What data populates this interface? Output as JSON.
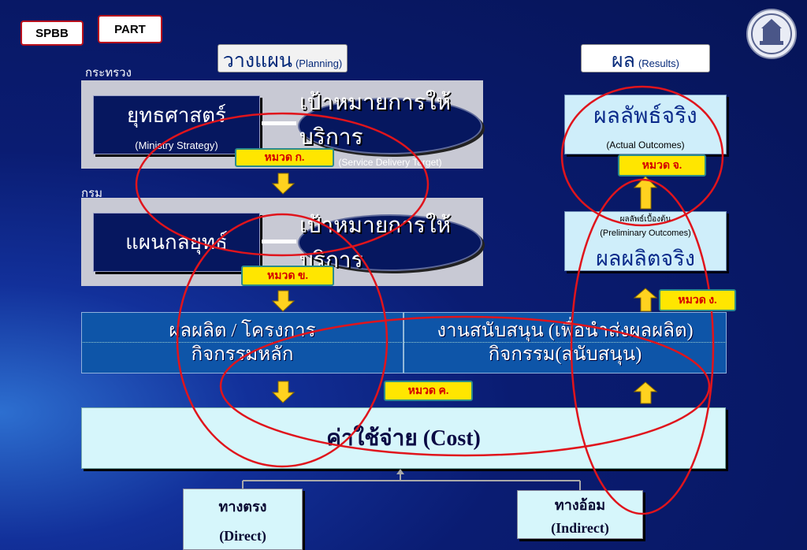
{
  "top_tags": {
    "spbb": "SPBB",
    "part": "PART"
  },
  "planning": {
    "th": "วางแผน",
    "en": "(Planning)"
  },
  "results": {
    "th": "ผล",
    "en": "(Results)"
  },
  "ministry_label": "กระทรวง",
  "department_label": "กรม",
  "ministry_strategy": {
    "th": "ยุทธศาสตร์",
    "en": "(Ministry Strategy)"
  },
  "service_target": {
    "th": "เป้าหมายการให้บริการ",
    "en": "(Service Delivery Target)"
  },
  "strategic_plan": {
    "th": "แผนกลยุทธ์"
  },
  "dept_service_target": {
    "th": "เป้าหมายการให้บริการ"
  },
  "actual_outcomes": {
    "th": "ผลลัพธ์จริง",
    "en": "(Actual Outcomes)"
  },
  "preliminary_outcomes": {
    "th_small": "ผลลัพธ์เบื้องต้น",
    "en": "(Preliminary Outcomes)",
    "th": "ผลผลิตจริง"
  },
  "badges": {
    "a": "หมวด ก.",
    "b": "หมวด ข.",
    "c": "หมวด ค.",
    "d": "หมวด ง.",
    "e": "หมวด จ."
  },
  "outputs": {
    "line1": "ผลผลิต / โครงการ",
    "line2": "กิจกรรมหลัก"
  },
  "support": {
    "line1": "งานสนับสนุน (เพื่อนำส่งผลผลิต)",
    "line2": "กิจกรรม(สนับสนุน)"
  },
  "cost": "ค่าใช้จ่าย (Cost)",
  "direct": {
    "th": "ทางตรง",
    "en": "(Direct)"
  },
  "indirect": {
    "th": "ทางอ้อม",
    "en": "(Indirect)"
  },
  "colors": {
    "accent_red": "#e0141c",
    "arrow_yellow": "#ffd21f",
    "navy": "#06175f"
  }
}
